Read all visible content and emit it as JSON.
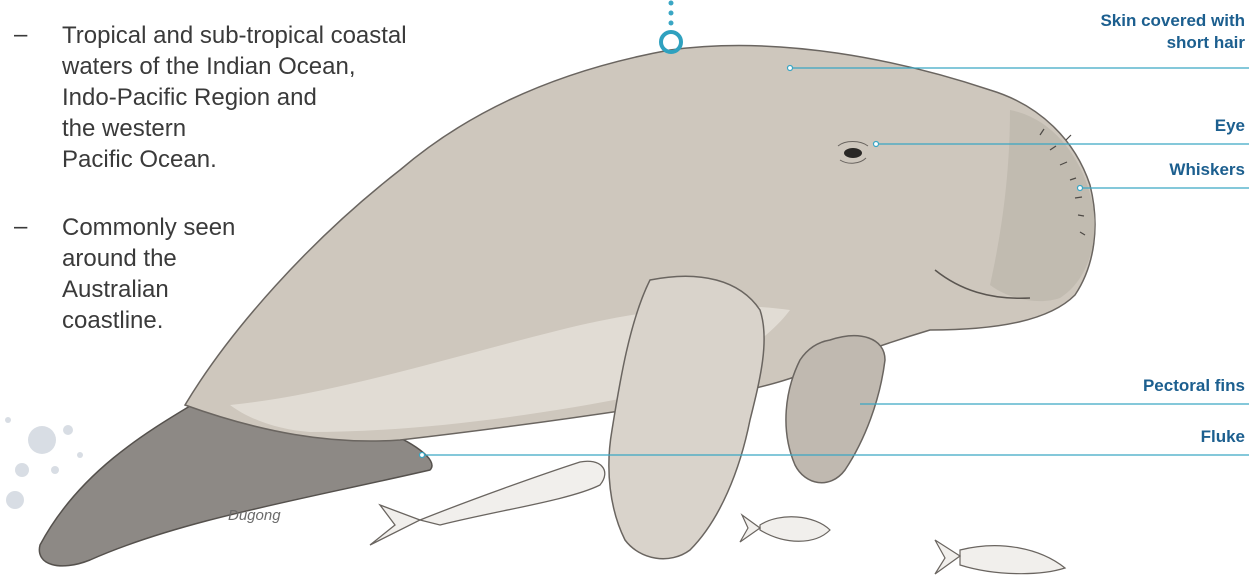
{
  "facts": [
    {
      "lines": [
        "Tropical and sub-tropical coastal",
        "waters of the Indian Ocean,",
        "Indo-Pacific Region and",
        "the western",
        "Pacific Ocean."
      ]
    },
    {
      "lines": [
        "Commonly seen",
        "around the",
        "Australian",
        "coastline."
      ]
    }
  ],
  "bullet_symbol": "–",
  "labels": {
    "skin": [
      "Skin covered with",
      "short hair"
    ],
    "eye": "Eye",
    "whiskers": "Whiskers",
    "pectoral": "Pectoral fins",
    "fluke": "Fluke"
  },
  "caption": "Dugong",
  "colors": {
    "label": "#1c5f8f",
    "leader": "#3aa6c4",
    "body": "#cec7bd",
    "text": "#3a3a3a"
  }
}
